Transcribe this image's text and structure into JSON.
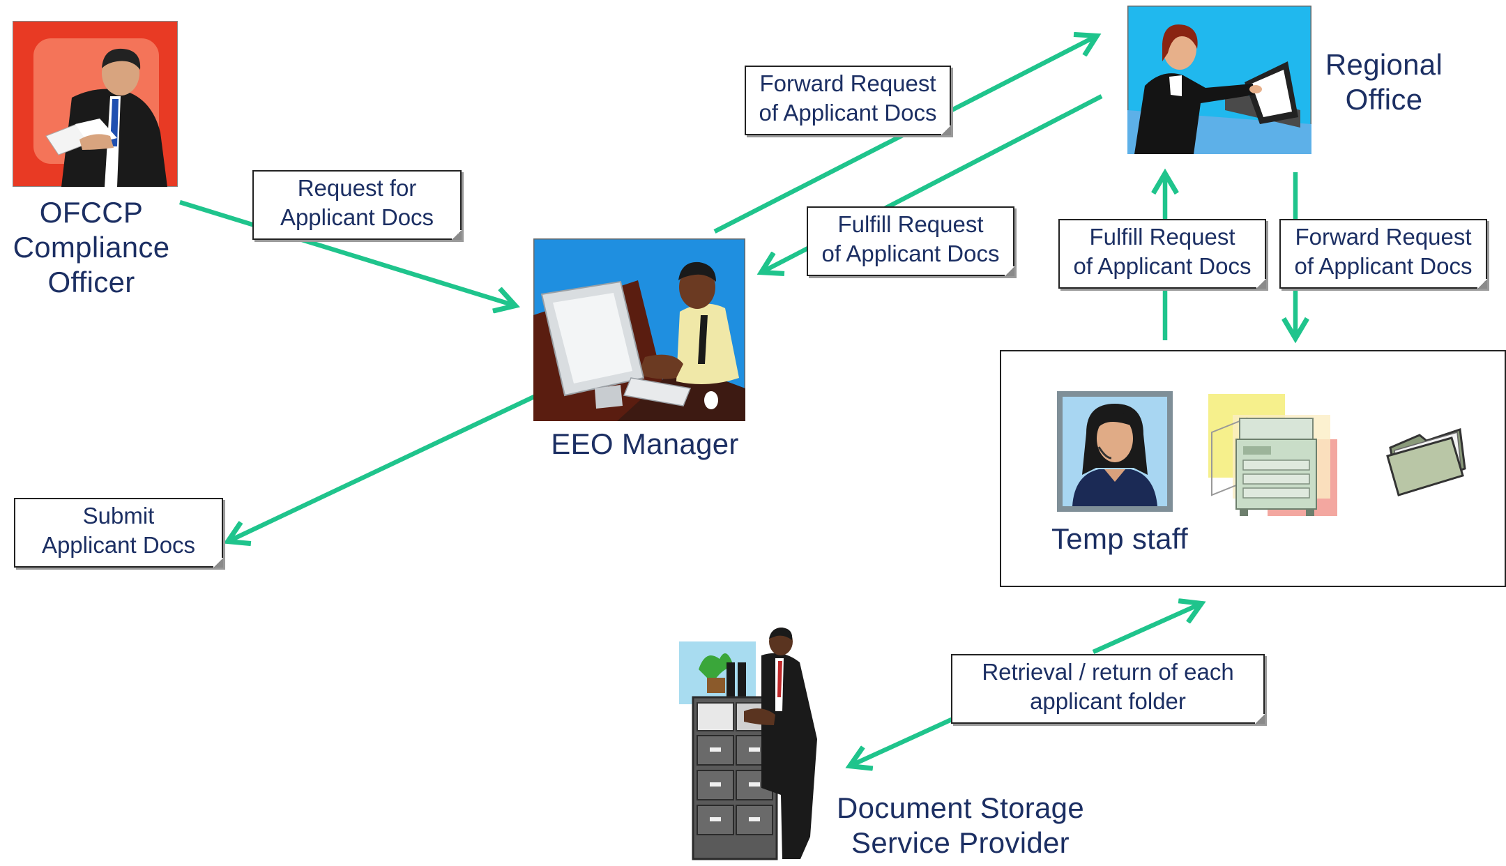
{
  "actors": {
    "compliance_officer": [
      "OFCCP",
      "Compliance",
      "Officer"
    ],
    "eeo_manager": "EEO Manager",
    "regional_office": [
      "Regional",
      "Office"
    ],
    "temp_staff": "Temp staff",
    "storage_provider": [
      "Document Storage",
      "Service Provider"
    ]
  },
  "notes": {
    "request_docs": [
      "Request for",
      "Applicant Docs"
    ],
    "forward_request_top": [
      "Forward Request",
      "of Applicant Docs"
    ],
    "fulfill_request_mid": [
      "Fulfill Request",
      "of Applicant Docs"
    ],
    "fulfill_request_right": [
      "Fulfill Request",
      "of Applicant Docs"
    ],
    "forward_request_right": [
      "Forward Request",
      "of Applicant Docs"
    ],
    "submit_docs": [
      "Submit",
      "Applicant Docs"
    ],
    "retrieval": [
      "Retrieval / return of each",
      "applicant folder"
    ]
  },
  "icons": {
    "compliance_officer": "businessman-reading-icon",
    "eeo_manager": "man-at-computer-icon",
    "regional_office": "woman-at-laptop-icon",
    "temp_staff": "woman-headset-icon",
    "copier": "photocopier-icon",
    "folder": "file-folder-icon",
    "storage_provider": "man-at-filing-cabinet-icon"
  },
  "colors": {
    "arrow": "#1fc48c",
    "text": "#1c2f63"
  }
}
